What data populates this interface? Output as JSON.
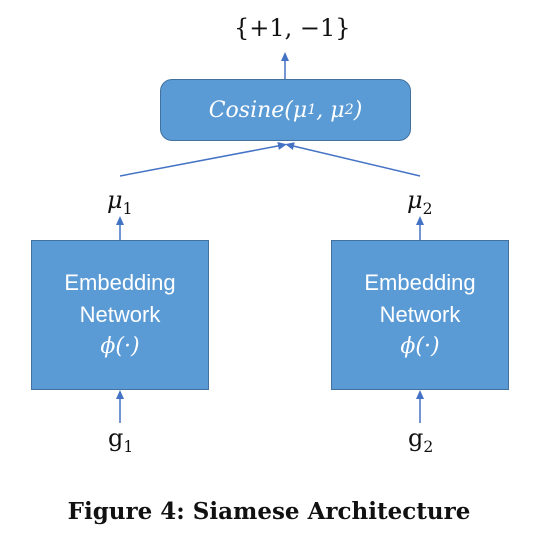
{
  "diagram": {
    "output_label": "{+1, −1}",
    "cosine_label": "Cosine(μ",
    "cosine_sub1": "1",
    "cosine_mid": ", μ",
    "cosine_sub2": "2",
    "cosine_close": ")",
    "left_embedding_label_line1": "Embedding",
    "left_embedding_label_line2": "Network",
    "left_embedding_phi": "ϕ(·)",
    "right_embedding_label_line1": "Embedding",
    "right_embedding_label_line2": "Network",
    "right_embedding_phi": "ϕ(·)",
    "mu1_base": "μ",
    "mu1_sub": "1",
    "mu2_base": "μ",
    "mu2_sub": "2",
    "g1_base": "g",
    "g1_sub": "1",
    "g2_base": "g",
    "g2_sub": "2",
    "arrow_color": "#4472c4",
    "box_fill": "#5b9bd5",
    "box_border": "#41719c"
  },
  "caption": "Figure 4: Siamese Architecture"
}
